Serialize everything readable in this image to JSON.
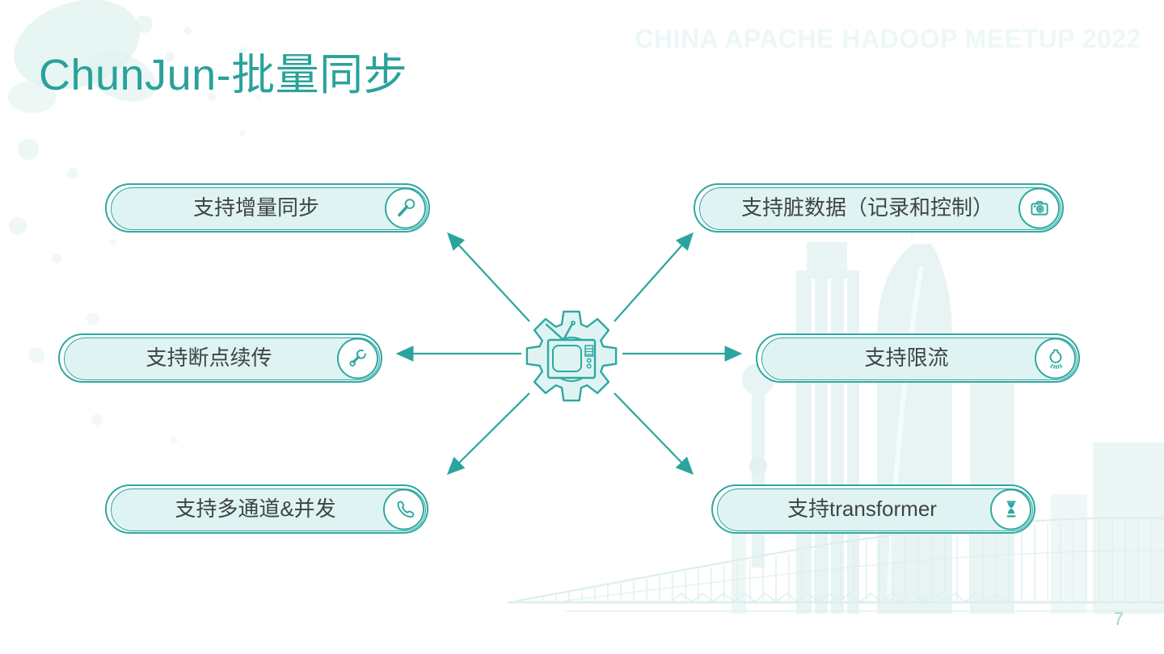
{
  "slide": {
    "title": "ChunJun-批量同步",
    "header_watermark": "CHINA APACHE HADOOP MEETUP 2022",
    "page_number": "7"
  },
  "colors": {
    "accent_teal": "#2FA8A1",
    "title_teal": "#2AA29B",
    "pill_fill": "#DFF4F2",
    "pill_text": "#3E4347",
    "watermark_light": "#ECF8F7",
    "decor_light": "#E3F2F0",
    "page_number_color": "#9ED2CE"
  },
  "diagram": {
    "center_icon": "gear-tv-icon",
    "items": [
      {
        "label": "支持增量同步",
        "icon": "microphone-icon",
        "position": "top-left"
      },
      {
        "label": "支持断点续传",
        "icon": "wrench-icon",
        "position": "middle-left"
      },
      {
        "label": "支持多通道&并发",
        "icon": "phone-icon",
        "position": "bottom-left"
      },
      {
        "label": "支持脏数据（记录和控制）",
        "icon": "camera-icon",
        "position": "top-right"
      },
      {
        "label": "支持限流",
        "icon": "lamp-icon",
        "position": "middle-right"
      },
      {
        "label": "支持transformer",
        "icon": "hourglass-icon",
        "position": "bottom-right"
      }
    ]
  },
  "background": {
    "decorations": [
      "ink-splatter",
      "city-skyline",
      "suspension-bridge"
    ]
  }
}
